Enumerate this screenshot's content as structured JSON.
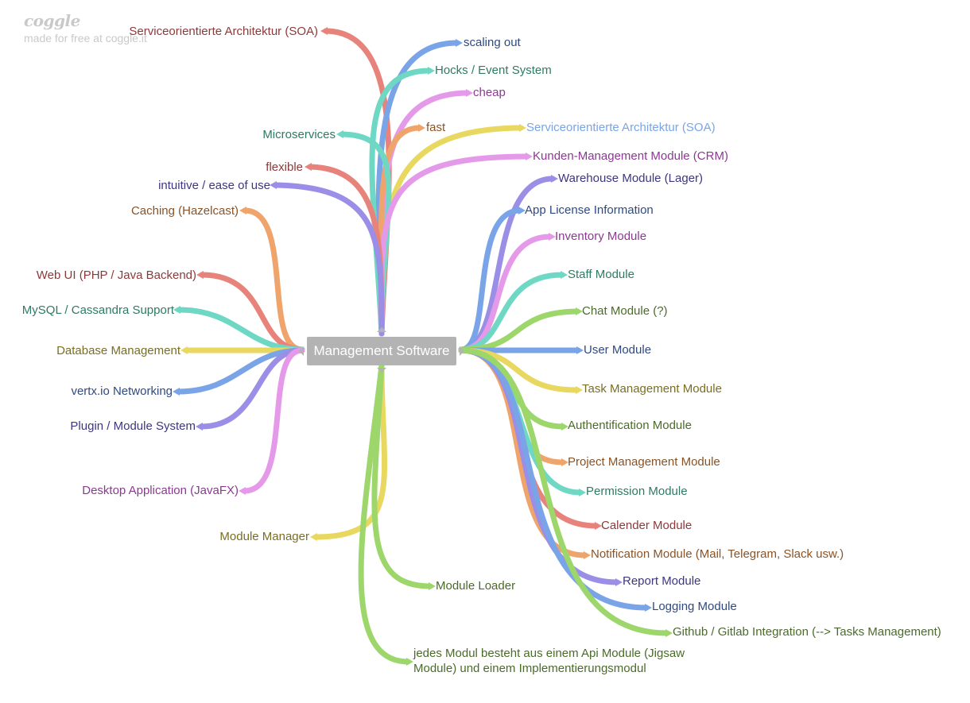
{
  "brand": {
    "logo": "coggle",
    "tagline": "made for free at coggle.it"
  },
  "center": {
    "label": "Management Software"
  },
  "colors": {
    "red": "#e8837c",
    "blue": "#7aa4e8",
    "teal": "#6ed8c4",
    "pink": "#e59ae9",
    "orange": "#efa46b",
    "yellow": "#e8d85f",
    "purple": "#9b8ee6",
    "green": "#9dd66a"
  },
  "nodes": [
    {
      "id": "n1",
      "label": "Serviceorientierte Architektur (SOA)",
      "color": "red",
      "text": "#8b3a3a"
    },
    {
      "id": "n2",
      "label": "scaling out",
      "color": "blue",
      "text": "#2f4a80"
    },
    {
      "id": "n3",
      "label": "Hocks / Event System",
      "color": "teal",
      "text": "#2e7a64"
    },
    {
      "id": "n4",
      "label": "cheap",
      "color": "pink",
      "text": "#8a3a90"
    },
    {
      "id": "n5",
      "label": "fast",
      "color": "orange",
      "text": "#8a5326"
    },
    {
      "id": "n6",
      "label": "Serviceorientierte Architektur (SOA)",
      "color": "yellow",
      "text": "#7aa4e8"
    },
    {
      "id": "n7",
      "label": "Microservices",
      "color": "teal",
      "text": "#2e7a64"
    },
    {
      "id": "n8",
      "label": "Kunden-Management Module (CRM)",
      "color": "pink",
      "text": "#8a3a90"
    },
    {
      "id": "n9",
      "label": "flexible",
      "color": "red",
      "text": "#8b3a3a"
    },
    {
      "id": "n10",
      "label": "intuitive / ease of use",
      "color": "purple",
      "text": "#3d3680"
    },
    {
      "id": "n11",
      "label": "Warehouse Module (Lager)",
      "color": "purple",
      "text": "#3d3680"
    },
    {
      "id": "n12",
      "label": "Caching (Hazelcast)",
      "color": "orange",
      "text": "#8a5326"
    },
    {
      "id": "n13",
      "label": "App License Information",
      "color": "blue",
      "text": "#2f4a80"
    },
    {
      "id": "n14",
      "label": "Inventory Module",
      "color": "pink",
      "text": "#8a3a90"
    },
    {
      "id": "n15",
      "label": "Web UI (PHP / Java Backend)",
      "color": "red",
      "text": "#8b3a3a"
    },
    {
      "id": "n16",
      "label": "Staff Module",
      "color": "teal",
      "text": "#2e7a64"
    },
    {
      "id": "n17",
      "label": "MySQL / Cassandra Support",
      "color": "teal",
      "text": "#2e7a64"
    },
    {
      "id": "n18",
      "label": "Chat Module (?)",
      "color": "green",
      "text": "#4a6b2a"
    },
    {
      "id": "n19",
      "label": "Database Management",
      "color": "yellow",
      "text": "#7a6e22"
    },
    {
      "id": "n20",
      "label": "User Module",
      "color": "blue",
      "text": "#2f4a80"
    },
    {
      "id": "n21",
      "label": "vertx.io Networking",
      "color": "blue",
      "text": "#2f4a80"
    },
    {
      "id": "n22",
      "label": "Task Management Module",
      "color": "yellow",
      "text": "#7a6e22"
    },
    {
      "id": "n23",
      "label": "Authentification Module",
      "color": "green",
      "text": "#4a6b2a"
    },
    {
      "id": "n24",
      "label": "Plugin / Module System",
      "color": "purple",
      "text": "#3d3680"
    },
    {
      "id": "n25",
      "label": "Project Management Module",
      "color": "orange",
      "text": "#8a5326"
    },
    {
      "id": "n26",
      "label": "Permission Module",
      "color": "teal",
      "text": "#2e7a64"
    },
    {
      "id": "n27",
      "label": "Desktop Application (JavaFX)",
      "color": "pink",
      "text": "#8a3a90"
    },
    {
      "id": "n28",
      "label": "Calender Module",
      "color": "red",
      "text": "#8b3a3a"
    },
    {
      "id": "n29",
      "label": "Module Manager",
      "color": "yellow",
      "text": "#7a6e22"
    },
    {
      "id": "n30",
      "label": "Notification Module (Mail, Telegram, Slack usw.)",
      "color": "orange",
      "text": "#8a5326"
    },
    {
      "id": "n31",
      "label": "Report Module",
      "color": "purple",
      "text": "#3d3680"
    },
    {
      "id": "n32",
      "label": "Module Loader",
      "color": "green",
      "text": "#4a6b2a"
    },
    {
      "id": "n33",
      "label": "Logging Module",
      "color": "blue",
      "text": "#2f4a80"
    },
    {
      "id": "n34",
      "label": "Github / Gitlab Integration (--> Tasks Management)",
      "color": "green",
      "text": "#4a6b2a"
    },
    {
      "id": "n35",
      "label": "jedes Modul besteht aus einem Api Module (Jigsaw Module) und einem Implementierungsmodul",
      "color": "green",
      "text": "#4a6b2a"
    }
  ]
}
